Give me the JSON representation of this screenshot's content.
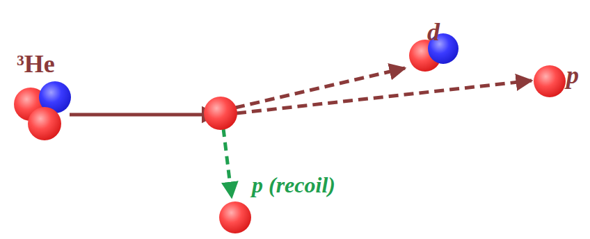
{
  "diagram": {
    "labels": [
      "³He",
      "d",
      "p",
      "p (recoil)"
    ]
  }
}
